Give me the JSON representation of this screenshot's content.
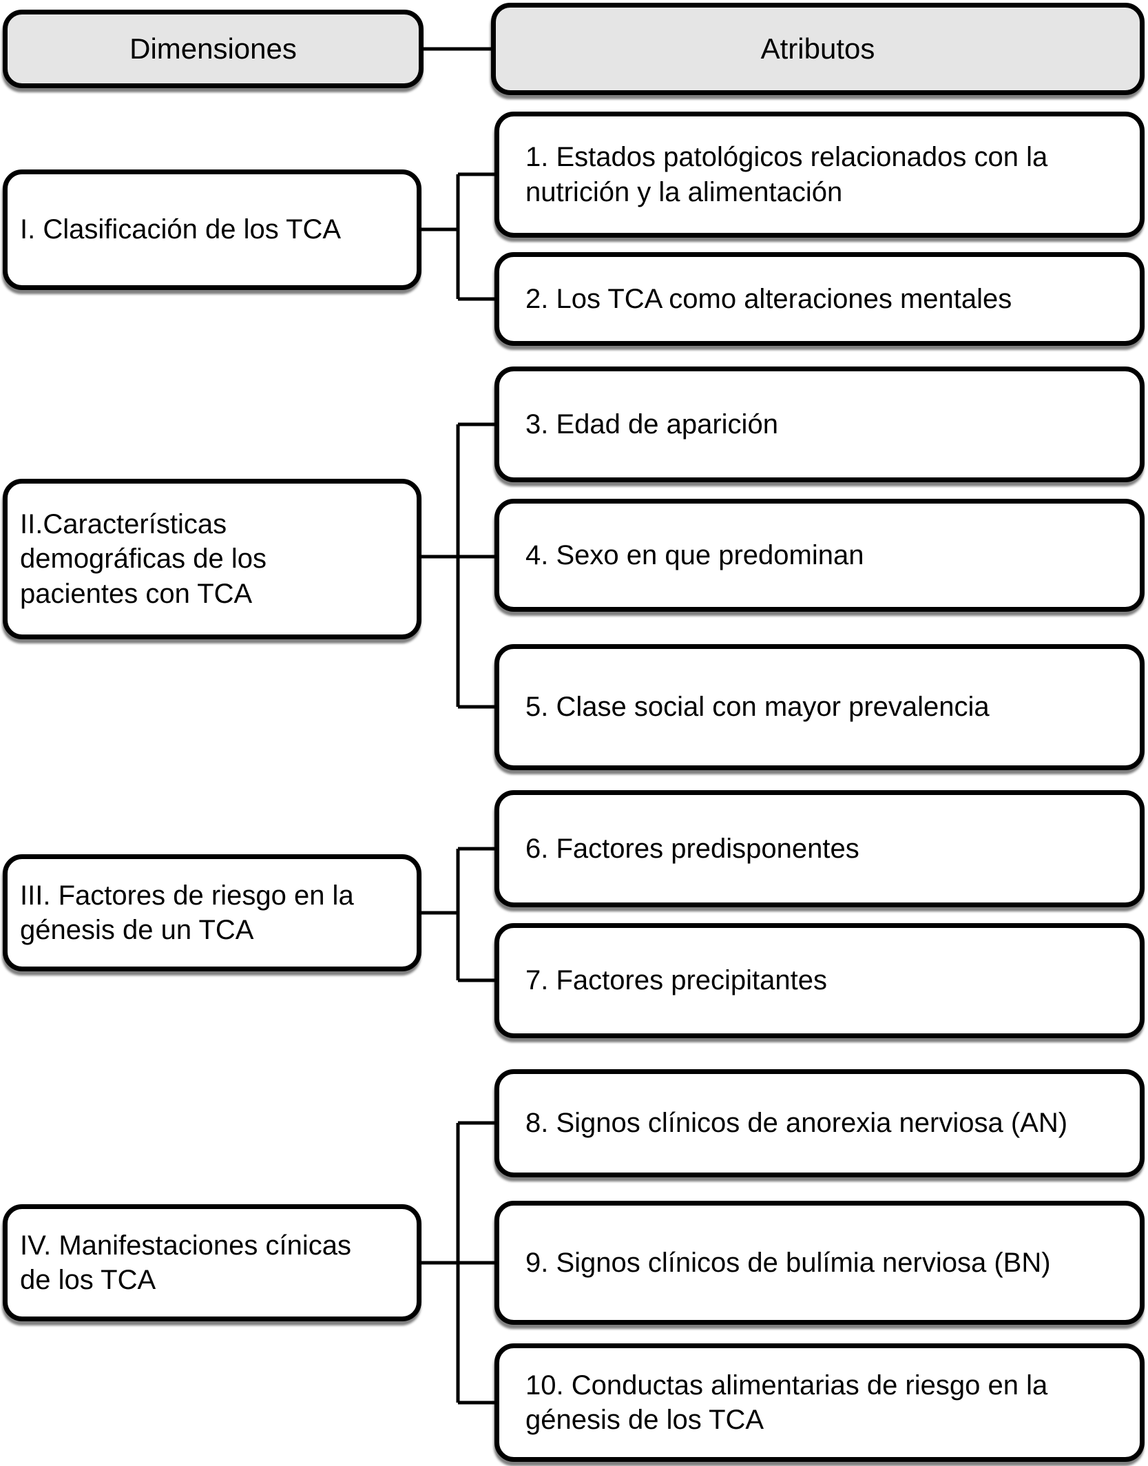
{
  "headers": {
    "dimensiones": "Dimensiones",
    "atributos": "Atributos"
  },
  "rows": [
    {
      "dimension": "I. Clasificación de los TCA",
      "attributes": [
        "1. Estados patológicos relacionados con la\nnutrición y la alimentación",
        "2. Los TCA como alteraciones mentales"
      ]
    },
    {
      "dimension": "II.Características\ndemográficas de los\npacientes con TCA",
      "attributes": [
        "3. Edad de aparición",
        "4. Sexo en que predominan",
        "5. Clase social con mayor prevalencia"
      ]
    },
    {
      "dimension": "III. Factores de riesgo en la\ngénesis de un TCA",
      "attributes": [
        "6. Factores predisponentes",
        "7. Factores precipitantes"
      ]
    },
    {
      "dimension": "IV. Manifestaciones cínicas\nde los TCA",
      "attributes": [
        "8. Signos clínicos de anorexia nerviosa (AN)",
        "9. Signos clínicos de bulímia nerviosa (BN)",
        "10. Conductas alimentarias de riesgo en la\ngénesis de los TCA"
      ]
    }
  ],
  "colors": {
    "header_fill": "#e5e5e5",
    "box_fill": "#ffffff",
    "border": "#000000",
    "connector": "#000000"
  }
}
